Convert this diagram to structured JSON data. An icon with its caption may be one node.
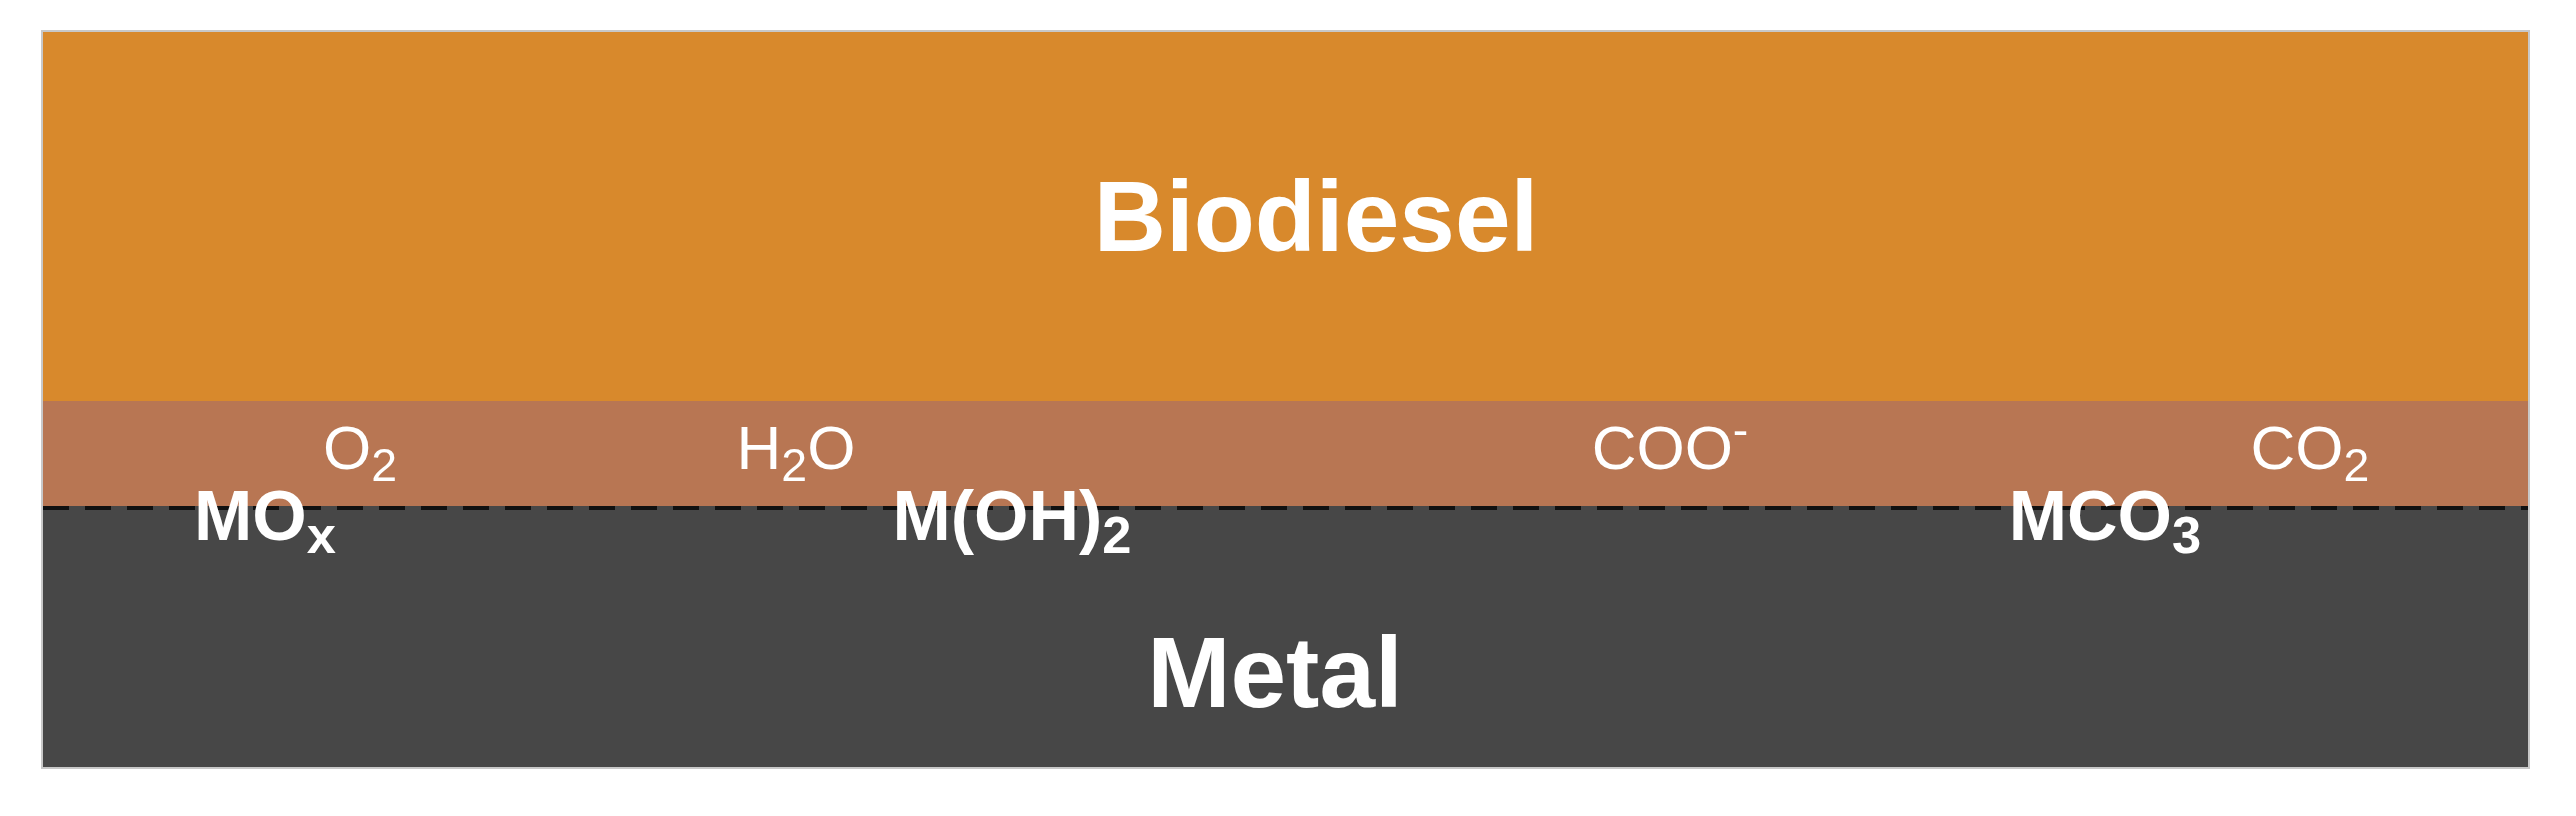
{
  "diagram": {
    "nodes": [
      {
        "text": [
          "Biodiesel"
        ]
      },
      {
        "text": [
          "O$_{2}$",
          "H$_{2}$O",
          "COO$^{-}$",
          "CO$_{2}$"
        ]
      },
      {
        "text": [
          "Metal"
        ]
      }
    ],
    "labels": [
      "MO$_{x}$",
      "M(OH)$_{2}$",
      "MCO$_{3}$"
    ]
  }
}
